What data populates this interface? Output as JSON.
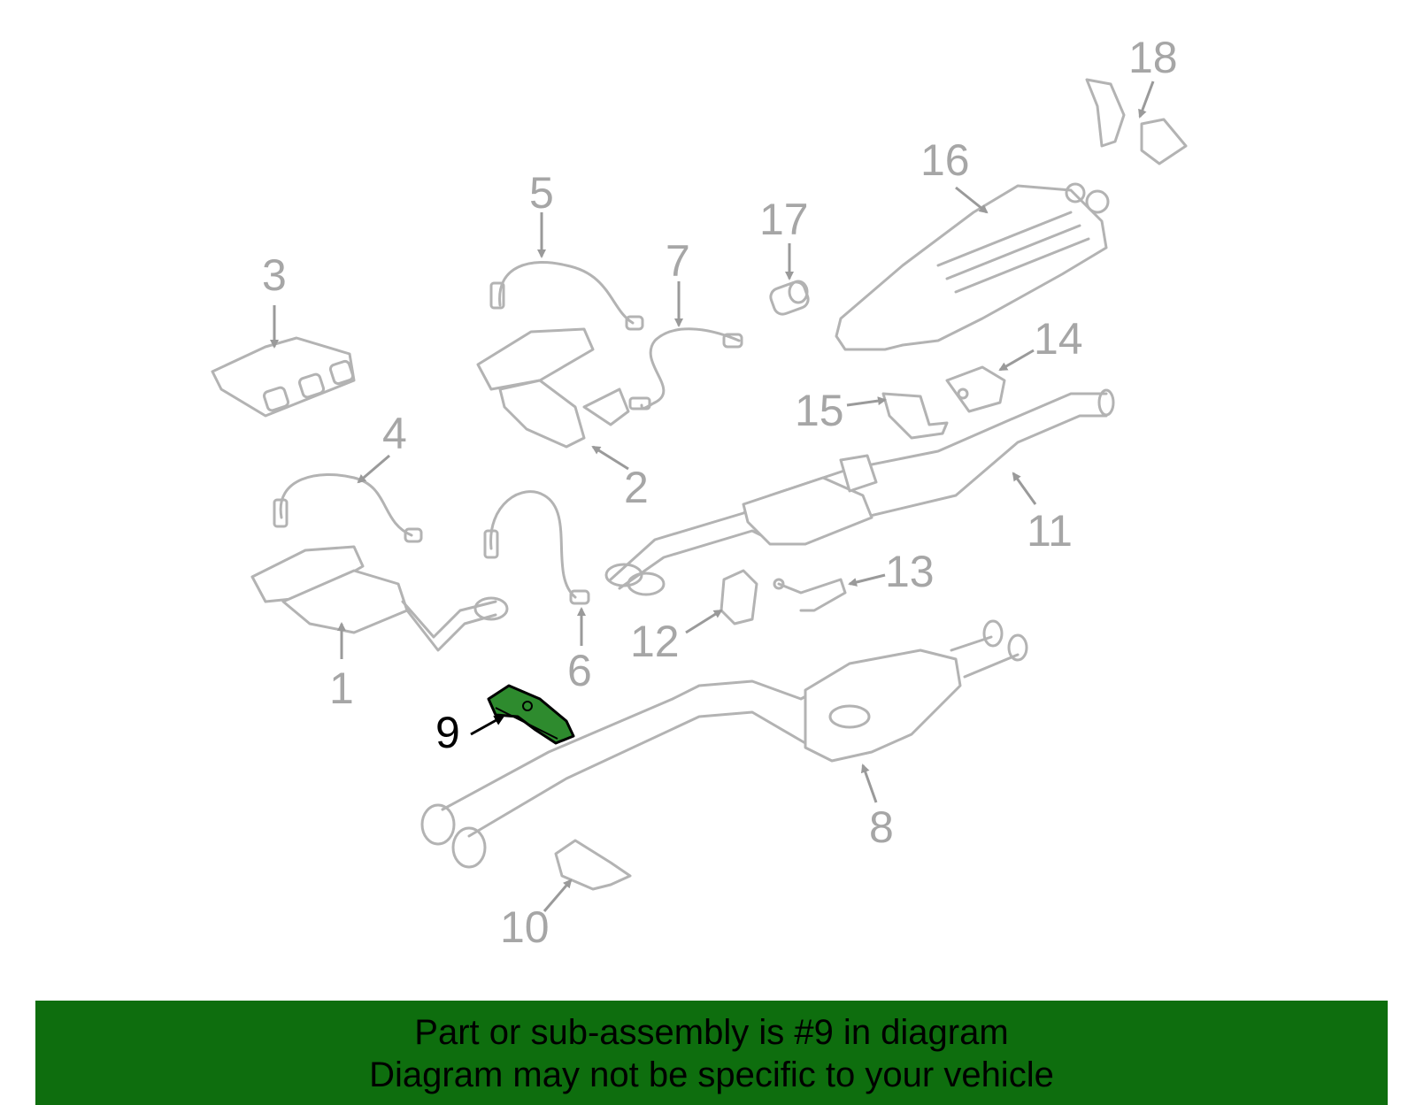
{
  "diagram": {
    "callouts": [
      "1",
      "2",
      "3",
      "4",
      "5",
      "6",
      "7",
      "8",
      "9",
      "10",
      "11",
      "12",
      "13",
      "14",
      "15",
      "16",
      "17",
      "18"
    ],
    "highlighted_part": "9",
    "colors": {
      "part_line": "#b3b3b3",
      "callout": "#a6a6a6",
      "highlight": "#2e8b2e",
      "banner": "#0e6e0e"
    }
  },
  "banner": {
    "line1": "Part or sub-assembly is #9 in diagram",
    "line2": "Diagram may not be specific to your vehicle"
  }
}
